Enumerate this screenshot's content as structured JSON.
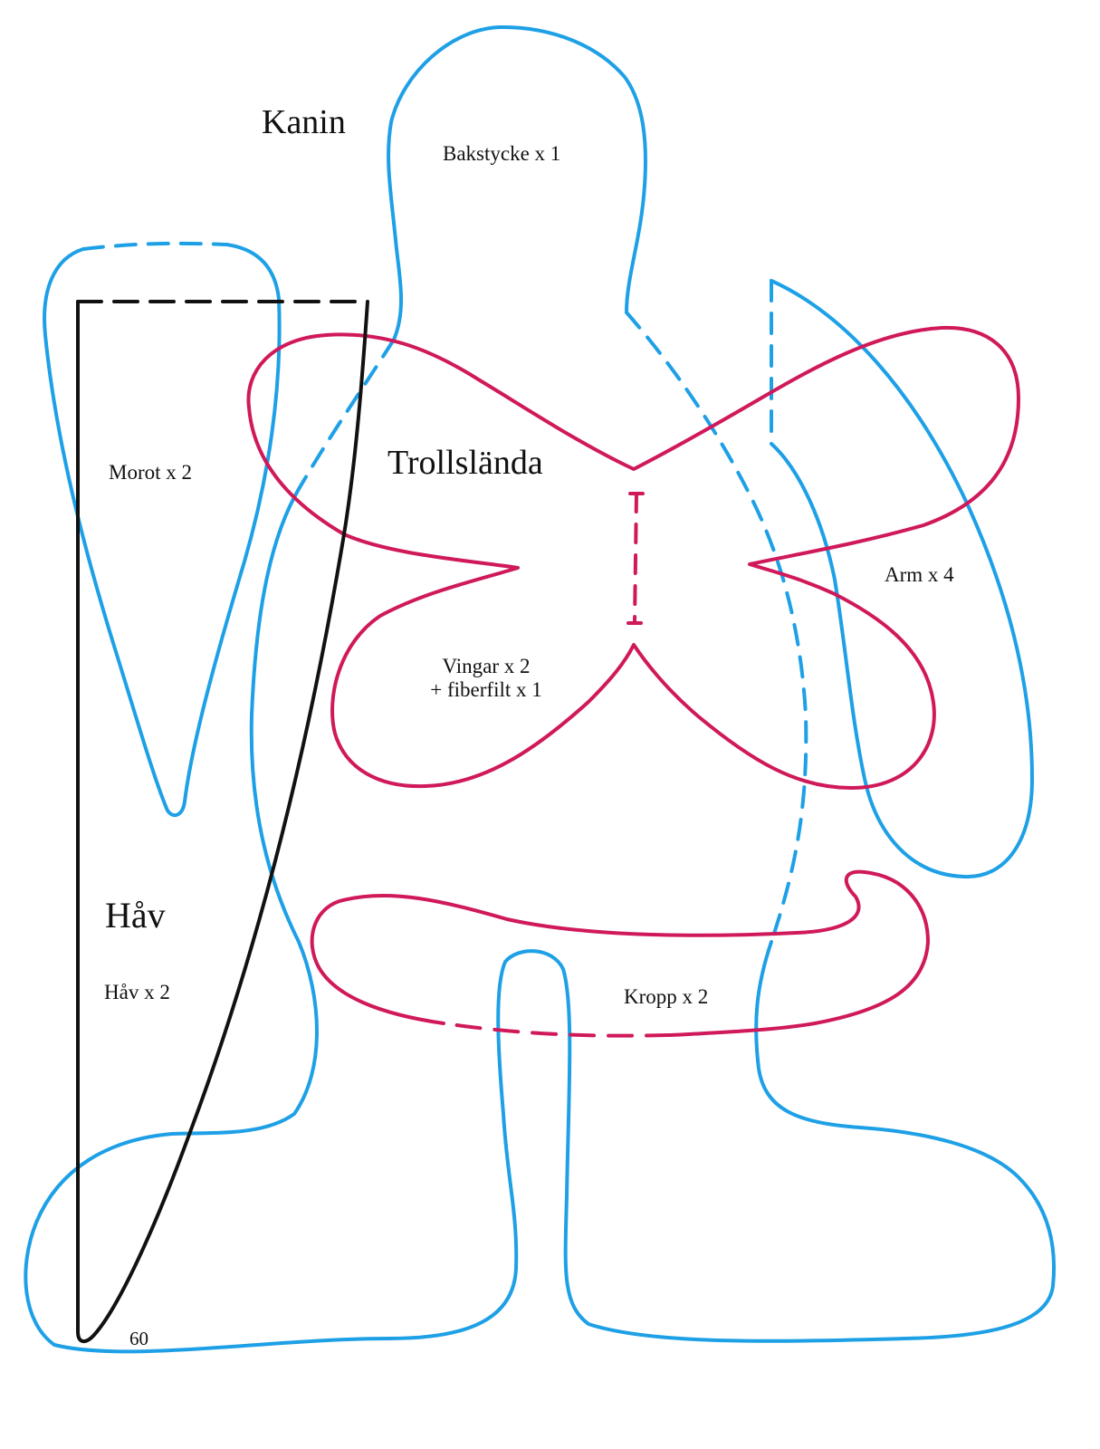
{
  "colors": {
    "kanin_blue": "#1ea0e6",
    "trollslanda_pink": "#d0195a",
    "hav_black": "#111111",
    "paper": "#ffffff"
  },
  "titles": {
    "kanin": "Kanin",
    "trollslanda": "Trollslända",
    "hav": "Håv"
  },
  "pieces": {
    "bakstycke": "Bakstycke x 1",
    "morot": "Morot x 2",
    "arm": "Arm x 4",
    "vingar_line1": "Vingar x 2",
    "vingar_line2": "+ fiberfilt x 1",
    "kropp": "Kropp x 2",
    "hav": "Håv x 2"
  },
  "page_number": "60"
}
